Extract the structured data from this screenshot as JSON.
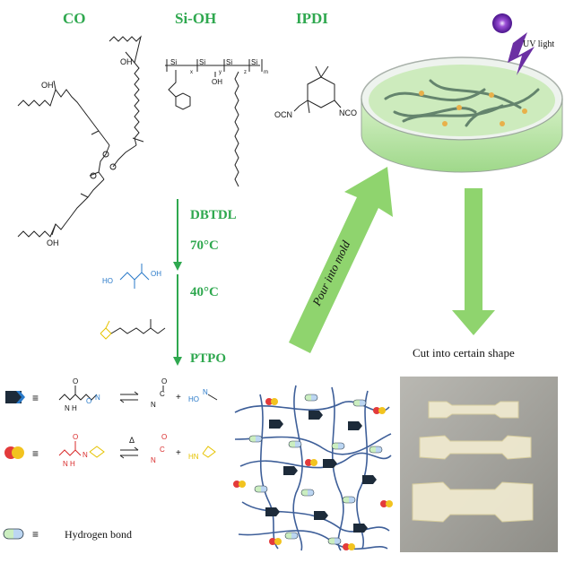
{
  "reagents": {
    "co": "CO",
    "sioh": "Si-OH",
    "ipdi": "IPDI"
  },
  "co_structure": {
    "oh_top": "OH",
    "oh_left": "OH",
    "oh_bottom": "OH"
  },
  "sioh_structure": {
    "si_labels": [
      "Si",
      "Si",
      "Si",
      "Si"
    ],
    "oh": "OH",
    "subscripts": [
      "x",
      "y",
      "z",
      "m"
    ]
  },
  "ipdi_structure": {
    "ocn": "OCN",
    "nco": "NCO"
  },
  "conditions": {
    "catalyst": "DBTDL",
    "temp1": "70°C",
    "temp2": "40°C",
    "initiator": "PTPO"
  },
  "dimethylglyoxime": {
    "ho": "HO",
    "oh": "OH"
  },
  "processing": {
    "pour": "Pour into mold",
    "uv": "UV light",
    "cut": "Cut into certain shape"
  },
  "legend": {
    "equiv": "≡",
    "hydrogen_bond": "Hydrogen bond",
    "delta": "Δ",
    "oxime_carbamate": {
      "o": "O",
      "n": "N",
      "h": "H",
      "o2": "O",
      "n2": "N"
    },
    "oxime_products": {
      "o": "O",
      "c": "C",
      "n": "N",
      "plus": "+",
      "ho": "HO",
      "n2": "N"
    },
    "urea": {
      "o": "O",
      "n": "N",
      "h": "H",
      "n2": "N"
    },
    "urea_products": {
      "o": "O",
      "c": "C",
      "n": "N",
      "plus": "+",
      "hn": "HN"
    }
  },
  "colors": {
    "green_label": "#2fa84f",
    "arrow_green": "#8fd46e",
    "chain_blue": "#3e5f99",
    "red": "#e33b3b",
    "yellow": "#f2c31f",
    "dark_shape": "#1d2b3a"
  }
}
